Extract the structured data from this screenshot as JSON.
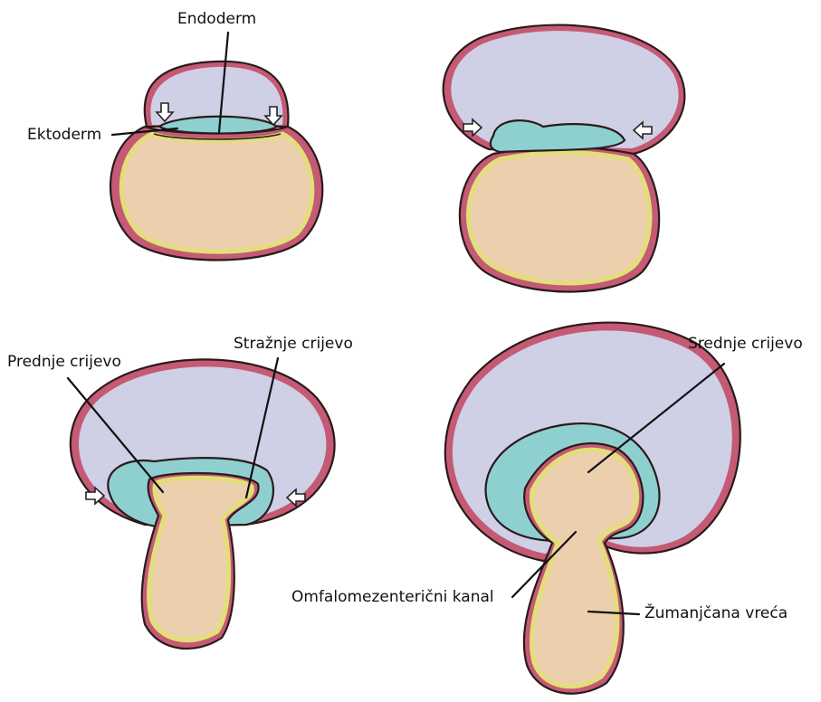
{
  "labels": {
    "endoderm": "Endoderm",
    "ektoderm": "Ektoderm",
    "prednje_crijevo": "Prednje crijevo",
    "straznje_crijevo": "Stražnje crijevo",
    "srednje_crijevo": "Srednje crijevo",
    "omfalomezenterični_kanal": "Omfalomezenterični kanal",
    "zumanjcana_vreca": "Žumanjčana vreća"
  },
  "colors": {
    "amniotic_cavity": "#cfd0e6",
    "outer_wall": "#c45a74",
    "yolk_sac": "#ecd0ae",
    "endoderm_line": "#e2df7a",
    "mesoderm_teal": "#8ed0cf"
  }
}
